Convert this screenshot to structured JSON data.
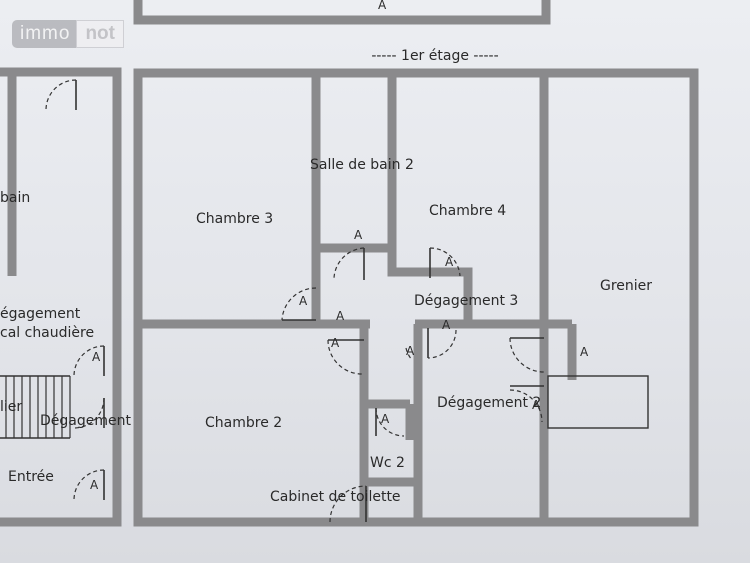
{
  "watermark": {
    "part1": "immo",
    "part2": "not"
  },
  "floor_title": "----- 1er étage -----",
  "rooms": {
    "salle_de_bain_left": "bain",
    "degagement_left": "égagement",
    "local_chaudiere": "cal chaudière",
    "stairs_label": "lier",
    "degagement_small": "Dégagement",
    "entree": "Entrée",
    "chambre3": "Chambre 3",
    "salle_de_bain2": "Salle de bain 2",
    "chambre4": "Chambre 4",
    "degagement3": "Dégagement 3",
    "grenier": "Grenier",
    "chambre2": "Chambre 2",
    "degagement2": "Dégagement 2",
    "wc2": "Wc 2",
    "cabinet_toilette": "Cabinet de toilette"
  },
  "door_marker": "A",
  "colors": {
    "wall": "#8a8a8c",
    "line": "#333333",
    "paper": "#e6e8ec"
  }
}
